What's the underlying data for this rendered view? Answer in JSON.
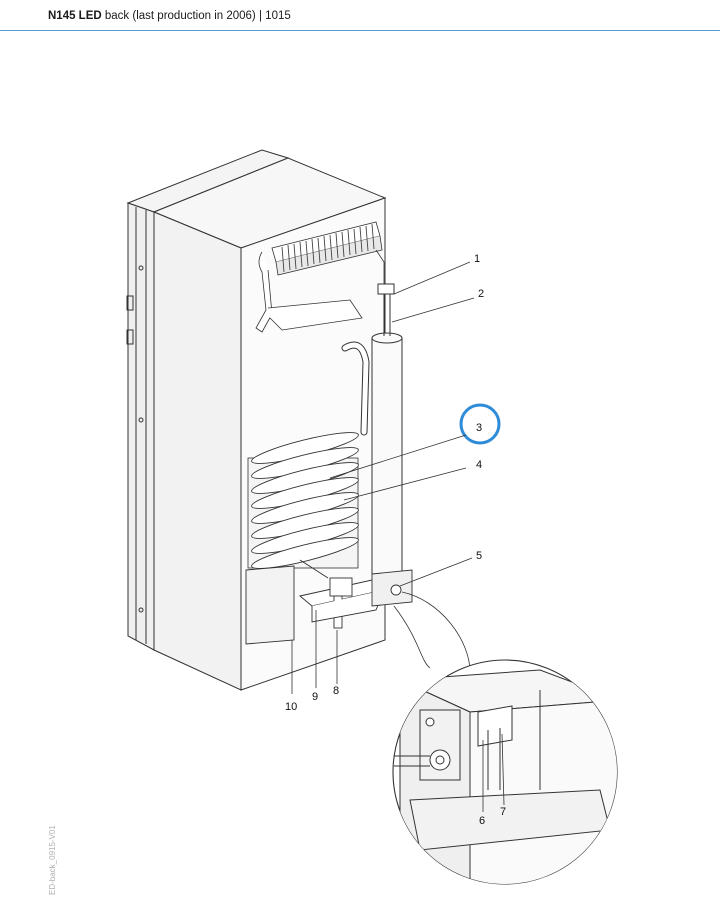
{
  "header": {
    "model": "N145 LED",
    "subtitle": "back (last production in 2006)",
    "separator": "|",
    "page": "1015"
  },
  "callouts": {
    "c1": "1",
    "c2": "2",
    "c3": "3",
    "c4": "4",
    "c5": "5",
    "c6": "6",
    "c7": "7",
    "c8": "8",
    "c9": "9",
    "c10": "10"
  },
  "image_code": "ED-back_0915-V01",
  "colors": {
    "accent": "#5b9bd5",
    "highlight_circle": "#2e8bd8"
  }
}
